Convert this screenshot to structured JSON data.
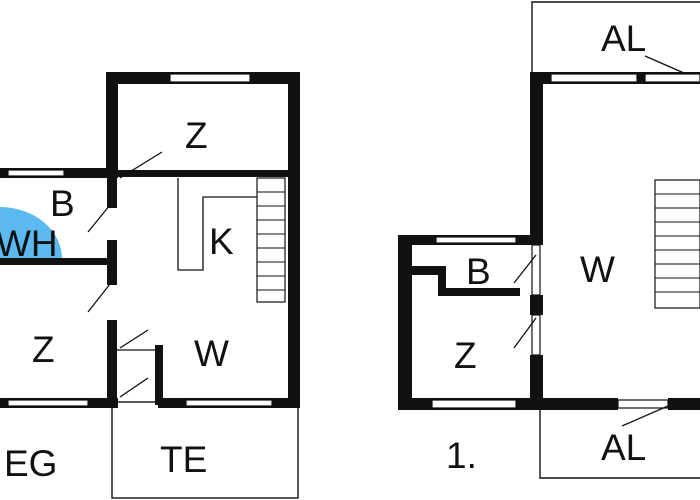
{
  "floor_plan": {
    "ground_floor": {
      "level_label": "EG",
      "rooms": {
        "bedroom_top": "Z",
        "bath": "B",
        "hall": "WH",
        "kitchen": "K",
        "bedroom_left": "Z",
        "living": "W",
        "terrace": "TE"
      }
    },
    "first_floor": {
      "level_label": "1.",
      "rooms": {
        "balcony_top": "AL",
        "living": "W",
        "bath": "B",
        "bedroom": "Z",
        "balcony_bottom": "AL"
      }
    },
    "colors": {
      "wall": "#111111",
      "hall_highlight": "#5bb9f0",
      "background": "#ffffff"
    }
  }
}
